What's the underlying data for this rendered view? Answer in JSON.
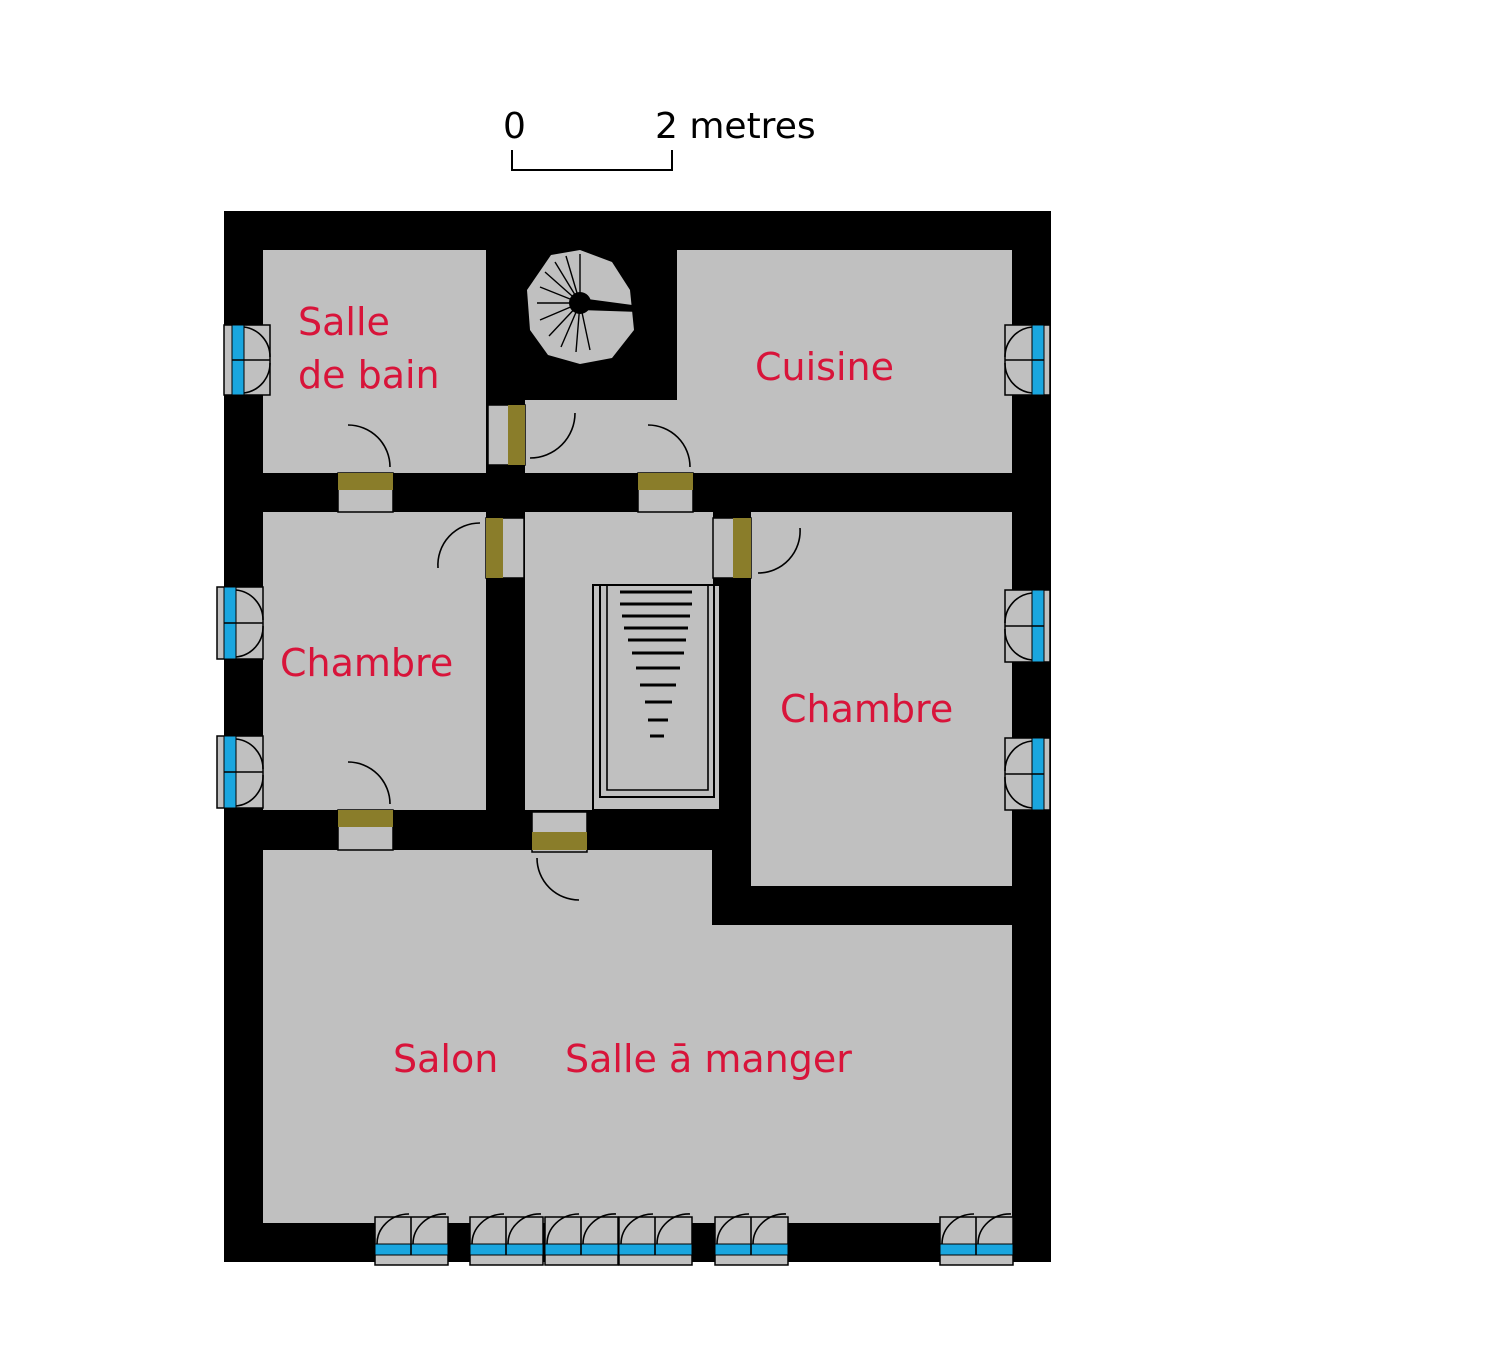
{
  "scale_bar": {
    "start_label": "0",
    "end_label": "2 metres"
  },
  "rooms": {
    "bathroom": [
      "Salle",
      "de bain"
    ],
    "kitchen": "Cuisine",
    "bedroom_left": "Chambre",
    "bedroom_right": "Chambre",
    "living": "Salon",
    "dining": "Salle ā manger"
  },
  "colors": {
    "wall": "#000000",
    "floor": "#c0c0c0",
    "door": "#8a7d2a",
    "window_glass": "#1aa6df",
    "label": "#d8143a"
  }
}
